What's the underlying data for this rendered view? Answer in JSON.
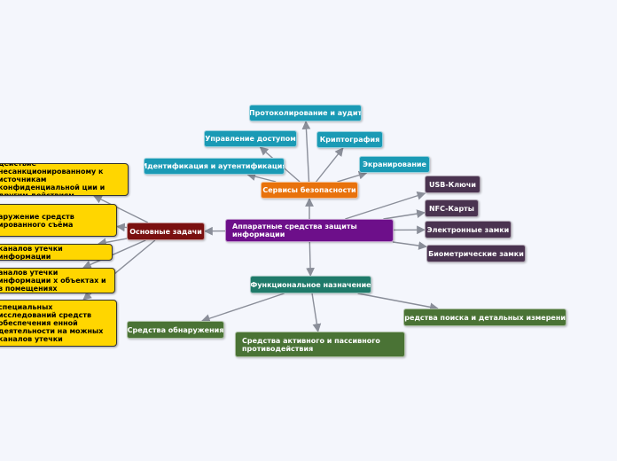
{
  "central": {
    "label": "Аппаратные средства защиты информации"
  },
  "services": {
    "label": "Сервисы безопасности",
    "items": [
      "Протоколирование и аудит",
      "Управление доступом",
      "Криптография",
      "Идентификация и аутентификация",
      "Экранирование"
    ]
  },
  "locks": {
    "items": [
      "USB-Ключи",
      "NFC-Карты",
      "Электронные замки",
      "Биометрические замки"
    ]
  },
  "functions": {
    "label": "Функциональное назначение",
    "items": [
      "Средства обнаружения",
      "Средства активного и пассивного противодействия",
      "Средства поиска и детальных измерений"
    ]
  },
  "tasks": {
    "label": "Основные задачи",
    "items": [
      "действие несанкционированному к источникам конфиденциальной ции и другим действиям",
      "аружение средств ированного съёма",
      "каналов утечки информации",
      "аналов утечки информации х объектах и в помещениях",
      "специальных исследований средств обеспечения енной деятельности на можных каналов утечки"
    ]
  },
  "colors": {
    "teal": "#1a9ab5",
    "orange": "#e8720c",
    "dark": "#4a3350",
    "green": "#4a7335",
    "darkteal": "#1f7a6a",
    "red": "#7a1010",
    "purple": "#6d0f8a",
    "yellow": "#ffd600",
    "link": "#8a8e99"
  }
}
